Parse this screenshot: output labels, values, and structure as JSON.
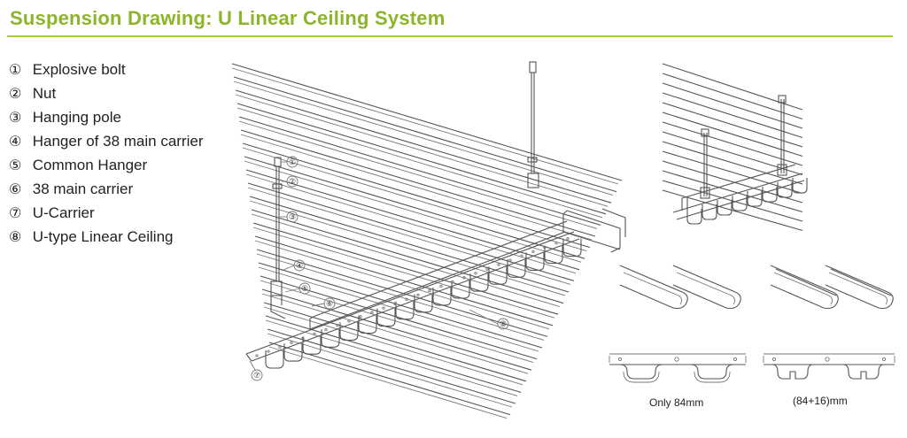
{
  "title": "Suspension Drawing: U Linear Ceiling System",
  "colors": {
    "accent": "#8cb529",
    "rule": "#a6cc35",
    "line": "#555555"
  },
  "legend": [
    {
      "num": "①",
      "label": "Explosive bolt"
    },
    {
      "num": "②",
      "label": "Nut"
    },
    {
      "num": "③",
      "label": "Hanging pole"
    },
    {
      "num": "④",
      "label": "Hanger of 38 main carrier"
    },
    {
      "num": "⑤",
      "label": "Common Hanger"
    },
    {
      "num": "⑥",
      "label": "38 main carrier"
    },
    {
      "num": "⑦",
      "label": "U-Carrier"
    },
    {
      "num": "⑧",
      "label": "U-type Linear Ceiling"
    }
  ],
  "callouts": [
    "①",
    "②",
    "③",
    "④",
    "⑤",
    "⑥",
    "⑦",
    "⑧"
  ],
  "captions": {
    "left": "Only 84mm",
    "right": "(84+16)mm"
  }
}
